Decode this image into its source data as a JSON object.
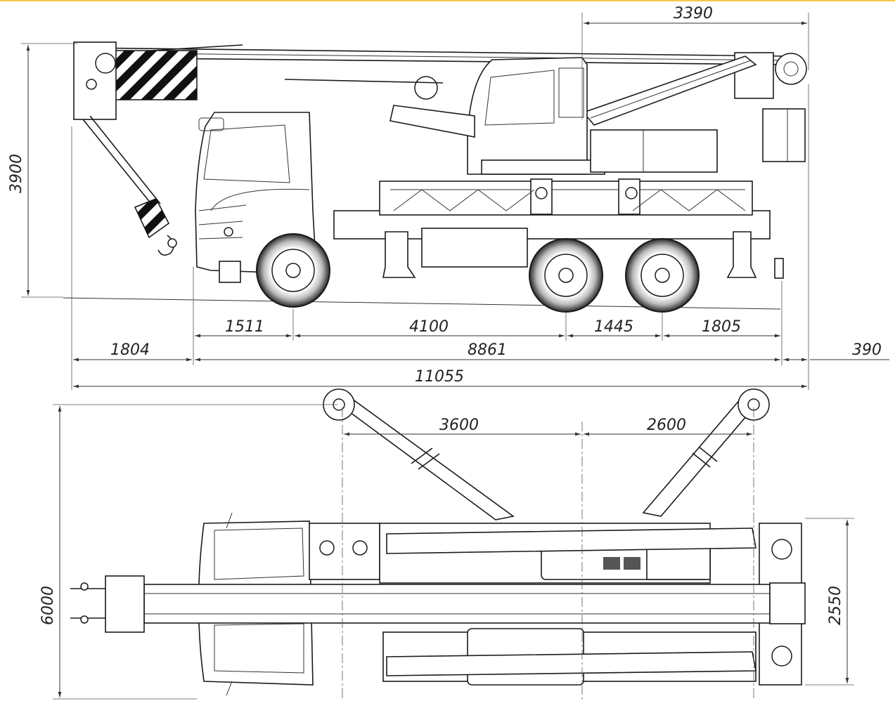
{
  "side_view": {
    "dims": {
      "top_swing": "3390",
      "height": "3900",
      "front_to_axle1": "1511",
      "axle1_to_axle2": "4100",
      "axle2_to_axle3": "1445",
      "axle3_to_rear": "1805",
      "front_overhang": "1804",
      "wheelbase_total": "8861",
      "rear_overhang": "390",
      "overall_length": "11055"
    }
  },
  "top_view": {
    "dims": {
      "outrigger_front": "3600",
      "outrigger_rear": "2600",
      "outrigger_span": "6000",
      "vehicle_width": "2550"
    }
  },
  "colors": {
    "lines": "#1a1a1a",
    "background": "#ffffff",
    "accent_strip": "#f2c94c"
  }
}
